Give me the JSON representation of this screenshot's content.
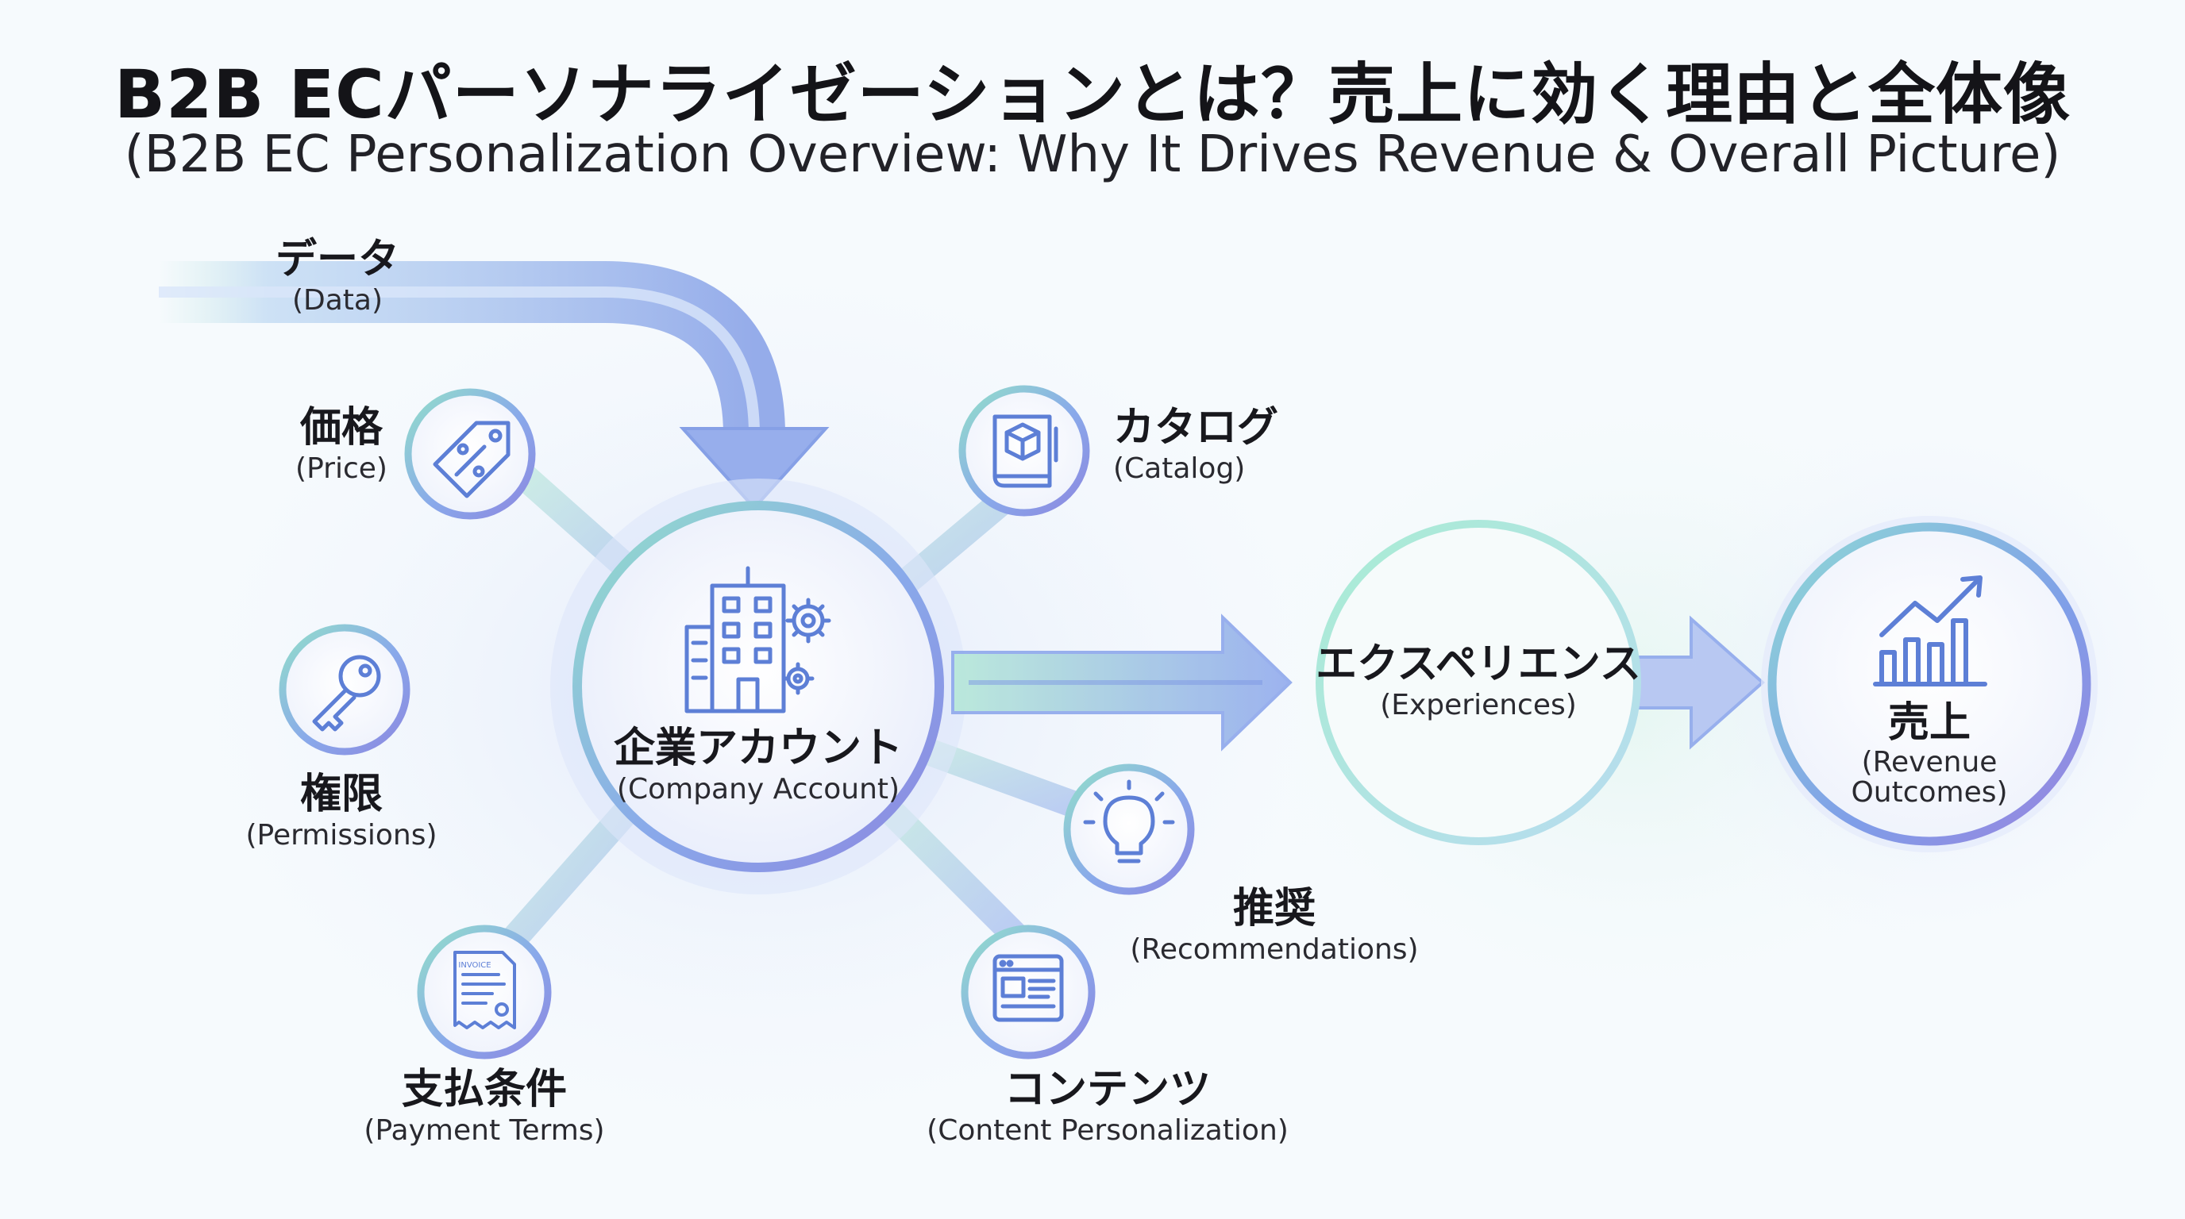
{
  "header": {
    "title_ja": "B2B ECパーソナライゼーションとは？売上に効く理由と全体像",
    "title_en": "(B2B EC Personalization Overview: Why It Drives Revenue & Overall Picture)"
  },
  "colors": {
    "arrow_blue": "#8ea8ec",
    "arrow_green": "#9fe3d2",
    "node_ring": "#7f97e6",
    "node_ring_green": "#94e2c8",
    "icon_stroke": "#5d7fd6",
    "text": "#18181d"
  },
  "nodes": {
    "data": {
      "ja": "データ",
      "en": "(Data)",
      "icon": "none"
    },
    "price": {
      "ja": "価格",
      "en": "(Price)",
      "icon": "price-tag-icon"
    },
    "catalog": {
      "ja": "カタログ",
      "en": "(Catalog)",
      "icon": "catalog-book-icon"
    },
    "permissions": {
      "ja": "権限",
      "en": "(Permissions)",
      "icon": "key-icon"
    },
    "company": {
      "ja": "企業アカウント",
      "en": "(Company Account)",
      "icon": "building-gear-icon"
    },
    "recommendations": {
      "ja": "推奨",
      "en": "(Recommendations)",
      "icon": "lightbulb-icon"
    },
    "payment": {
      "ja": "支払条件",
      "en": "(Payment Terms)",
      "icon": "invoice-icon",
      "icon_text": "INVOICE"
    },
    "content": {
      "ja": "コンテンツ",
      "en": "(Content Personalization)",
      "icon": "web-content-icon"
    },
    "experiences": {
      "ja": "エクスペリエンス",
      "en": "(Experiences)",
      "icon": "none"
    },
    "revenue": {
      "ja": "売上",
      "en": "(Revenue\nOutcomes)",
      "icon": "growth-chart-icon"
    }
  }
}
